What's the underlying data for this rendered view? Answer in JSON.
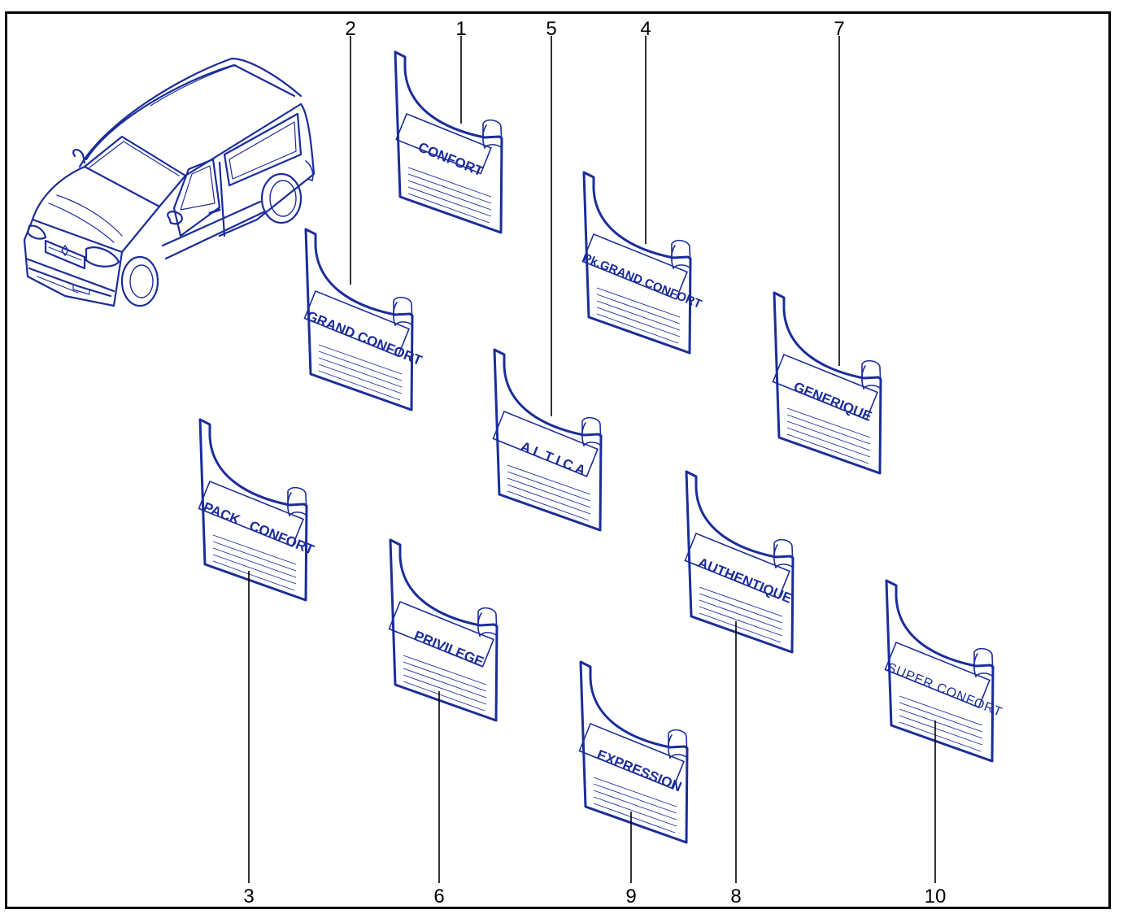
{
  "colors": {
    "line_art": "#1b2d9a",
    "frame": "#000000"
  },
  "vehicle": {
    "icon": "van-icon"
  },
  "plates": [
    {
      "callout": "1",
      "label": "CONFORT"
    },
    {
      "callout": "2",
      "label": "GRAND CONFORT"
    },
    {
      "callout": "3",
      "label": "PACK   CONFORT"
    },
    {
      "callout": "4",
      "label": "Pk.GRAND CONFORT"
    },
    {
      "callout": "5",
      "label": "A L T I C A"
    },
    {
      "callout": "6",
      "label": "PRIVILEGE"
    },
    {
      "callout": "7",
      "label": "GENERIQUE"
    },
    {
      "callout": "8",
      "label": "AUTHENTIQUE"
    },
    {
      "callout": "9",
      "label": "EXPRESSION"
    },
    {
      "callout": "10",
      "label": "SUPER CONFORT"
    }
  ]
}
